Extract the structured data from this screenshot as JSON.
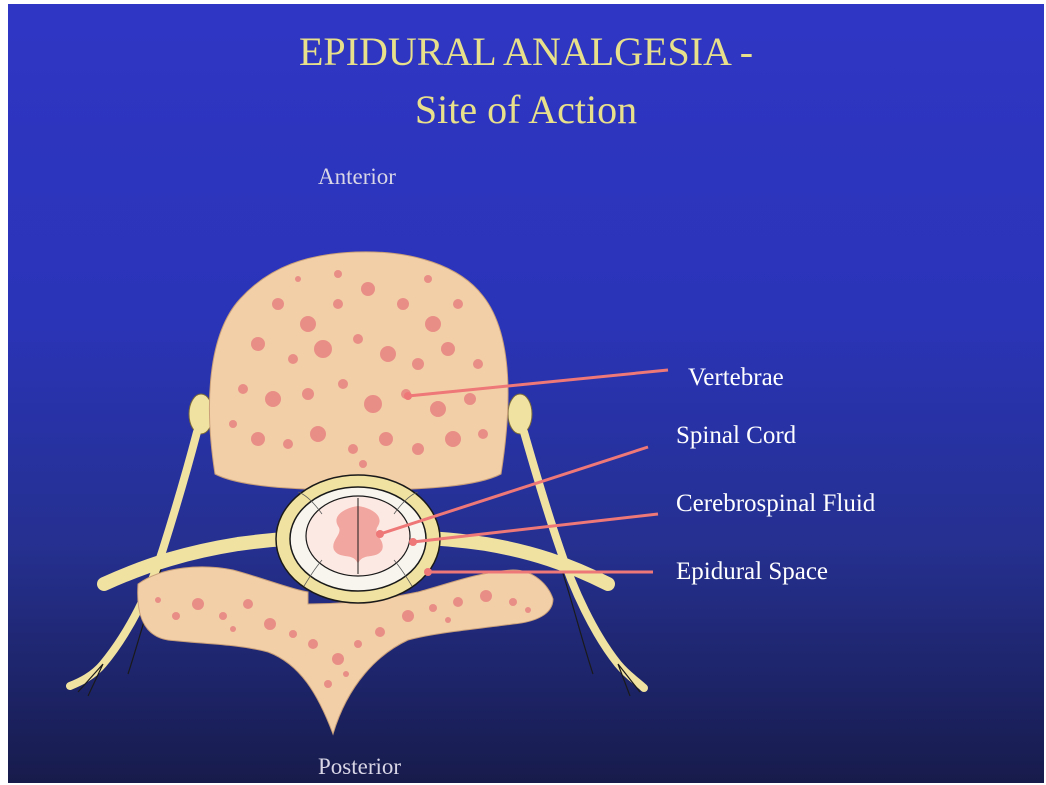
{
  "title": {
    "line1": "EPIDURAL ANALGESIA -",
    "line2": "Site of Action"
  },
  "orientation": {
    "anterior": "Anterior",
    "posterior": "Posterior"
  },
  "labels": [
    {
      "id": "vertebrae",
      "text": "Vertebrae"
    },
    {
      "id": "spinal-cord",
      "text": "Spinal Cord"
    },
    {
      "id": "csf",
      "text": "Cerebrospinal Fluid"
    },
    {
      "id": "epidural-space",
      "text": "Epidural Space"
    }
  ],
  "colors": {
    "background_top": "#2f36c4",
    "background_bottom": "#171b4b",
    "title": "#e8e08a",
    "bone": "#f3cfa8",
    "bone_spots": "#e98e86",
    "nerve": "#f0e2a0",
    "leader_lines": "#ee7777"
  }
}
